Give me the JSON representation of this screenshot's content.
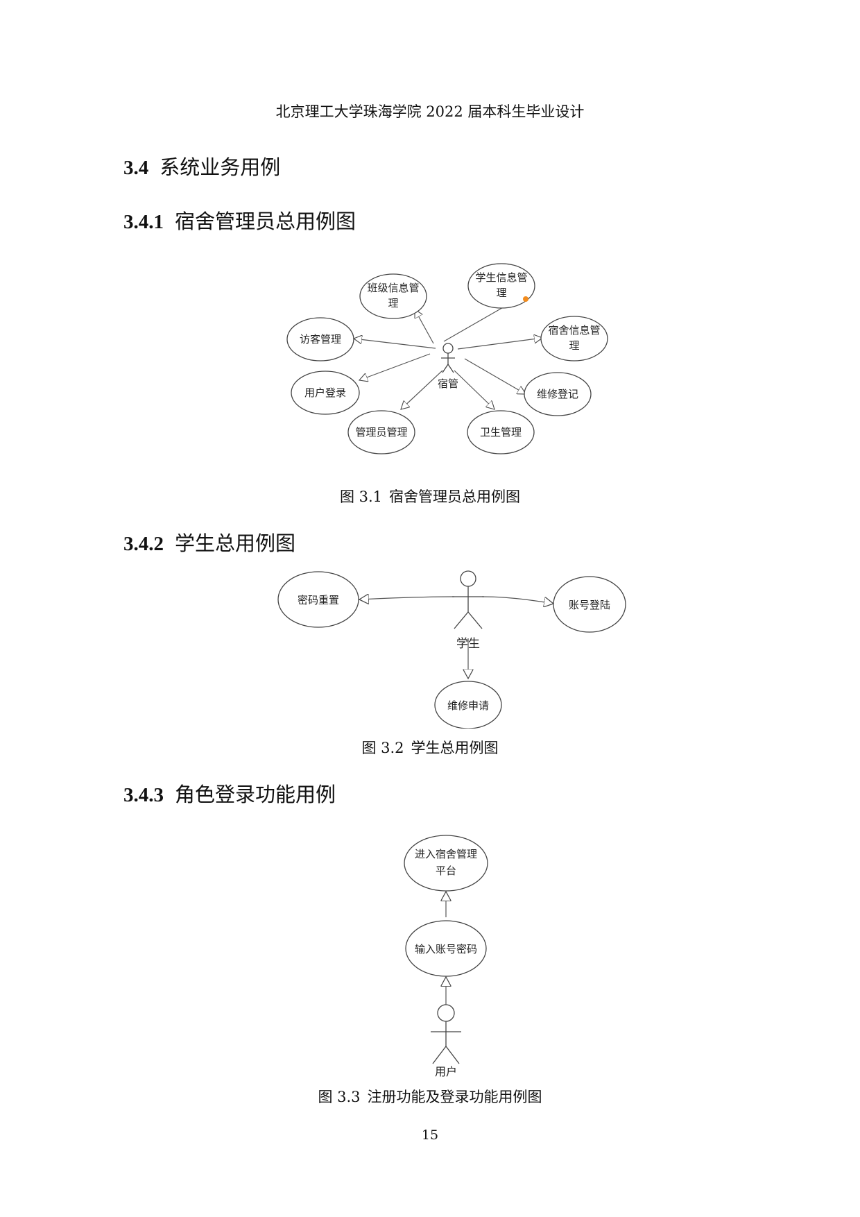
{
  "header": {
    "running_title": "北京理工大学珠海学院 2022 届本科生毕业设计"
  },
  "sections": [
    {
      "number": "3.4",
      "title": "系统业务用例"
    },
    {
      "number": "3.4.1",
      "title": "宿舍管理员总用例图"
    },
    {
      "number": "3.4.2",
      "title": "学生总用例图"
    },
    {
      "number": "3.4.3",
      "title": "角色登录功能用例"
    }
  ],
  "figures": [
    {
      "caption_no": "图 3.1",
      "caption_text": "宿舍管理员总用例图",
      "actor": "宿管",
      "use_cases": [
        {
          "line1": "班级信息管",
          "line2": "理"
        },
        {
          "line1": "学生信息管",
          "line2": "理"
        },
        {
          "line1": "访客管理",
          "line2": ""
        },
        {
          "line1": "宿舍信息管",
          "line2": "理"
        },
        {
          "line1": "用户登录",
          "line2": ""
        },
        {
          "line1": "维修登记",
          "line2": ""
        },
        {
          "line1": "管理员管理",
          "line2": ""
        },
        {
          "line1": "卫生管理",
          "line2": ""
        }
      ]
    },
    {
      "caption_no": "图 3.2",
      "caption_text": "学生总用例图",
      "actor": "学生",
      "use_cases": [
        {
          "line1": "密码重置",
          "line2": ""
        },
        {
          "line1": "账号登陆",
          "line2": ""
        },
        {
          "line1": "维修申请",
          "line2": ""
        }
      ]
    },
    {
      "caption_no": "图 3.3",
      "caption_text": "注册功能及登录功能用例图",
      "actor": "用户",
      "use_cases": [
        {
          "line1": "进入宿舍管理",
          "line2": "平台"
        },
        {
          "line1": "输入账号密码",
          "line2": ""
        }
      ]
    }
  ],
  "footer": {
    "page_number": "15"
  }
}
